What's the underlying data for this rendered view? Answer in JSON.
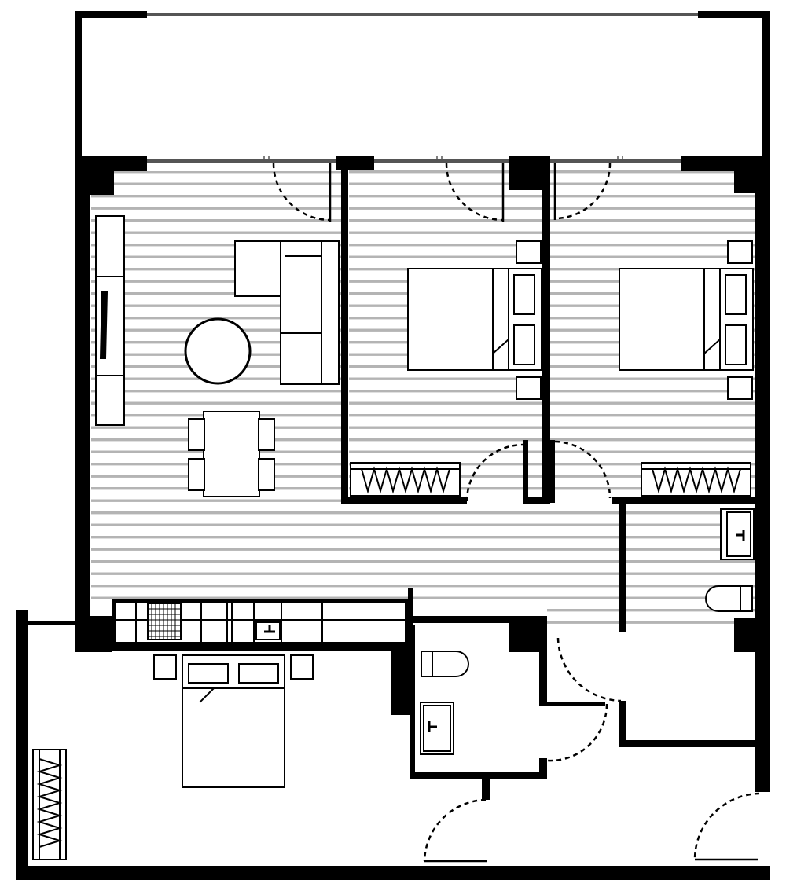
{
  "diagram": {
    "type": "apartment floor plan",
    "rooms": [
      "balcony",
      "living-dining",
      "bedroom-2",
      "bedroom-3",
      "bathroom",
      "kitchen",
      "bedroom-1",
      "powder-room",
      "entry"
    ],
    "colors": {
      "wall": "#000000",
      "floor-stripe": "#b4b4b4",
      "background": "#ffffff",
      "furniture": "#000000",
      "glazing": "#555555"
    },
    "labels": []
  }
}
